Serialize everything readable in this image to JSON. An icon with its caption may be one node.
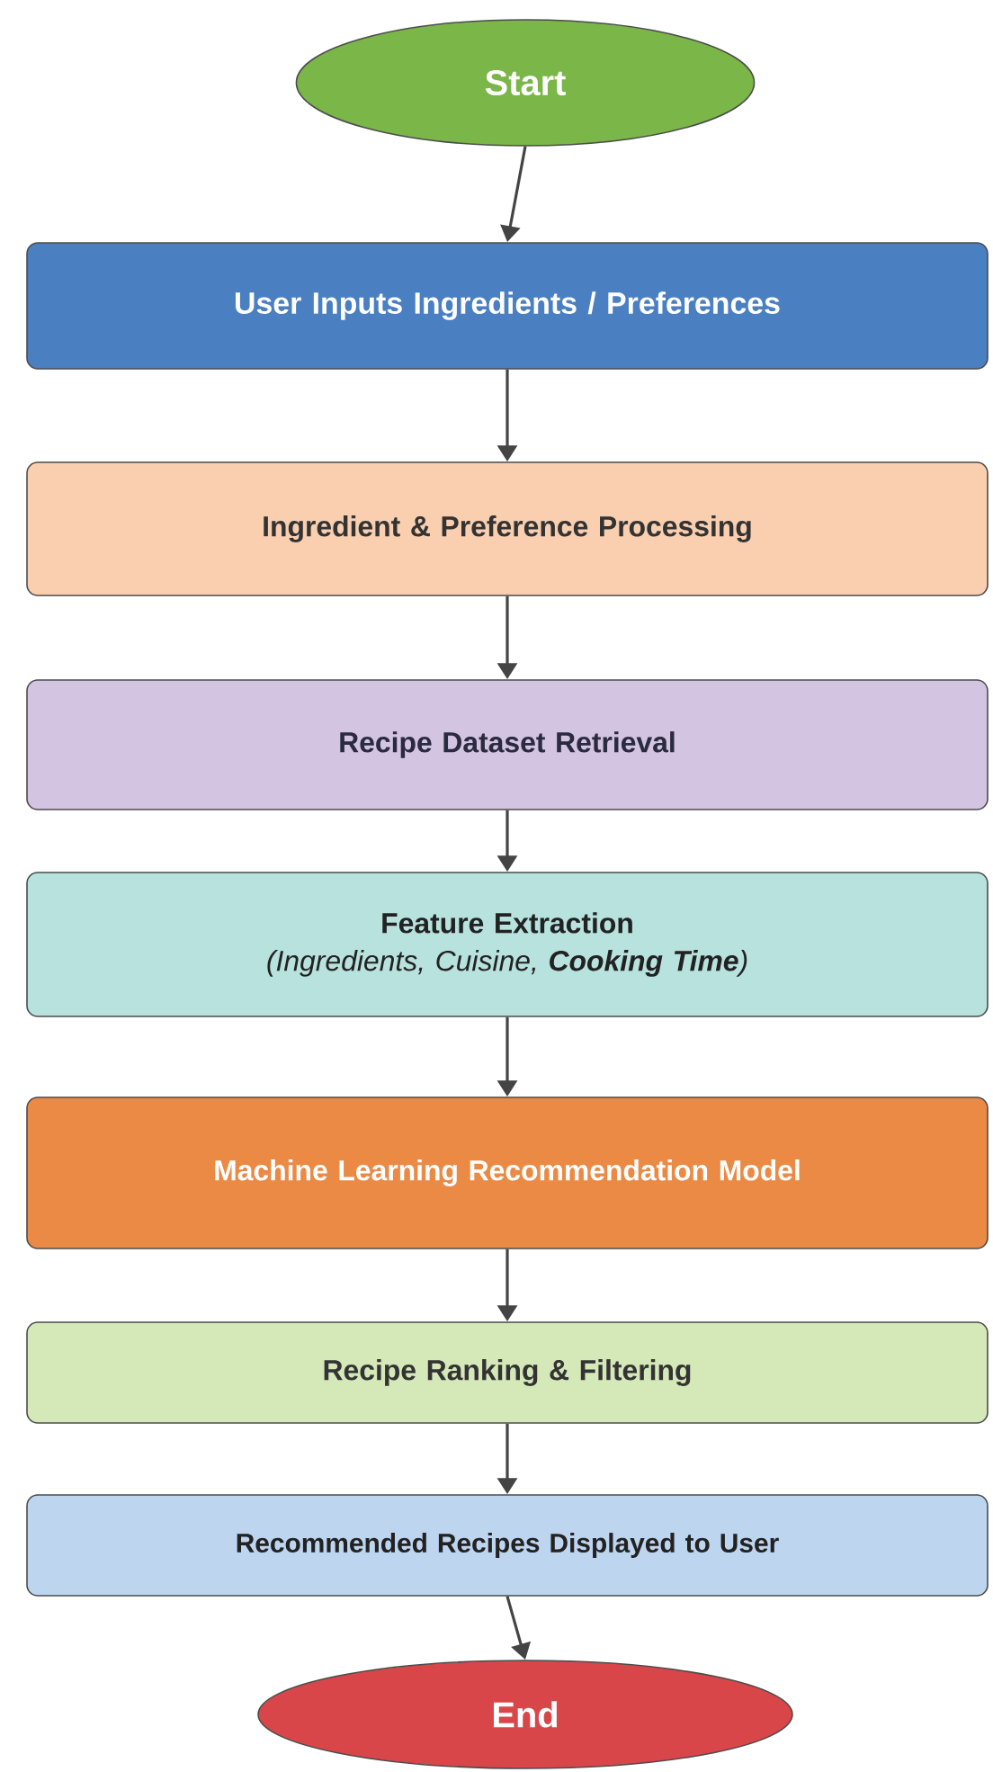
{
  "diagram": {
    "nodes": [
      {
        "text": [
          "Start"
        ]
      },
      {
        "text": [
          "User Inputs Ingredients / Preferences"
        ]
      },
      {
        "text": [
          "Ingredient & Preference Processing"
        ]
      },
      {
        "text": [
          "Recipe Dataset Retrieval"
        ]
      },
      {
        "text": [
          "Feature Extraction",
          "(Ingredients, Cuisine, **Cooking Time**)"
        ]
      },
      {
        "text": [
          "Machine Learning Recommendation Model"
        ]
      },
      {
        "text": [
          "Recipe Ranking & Filtering"
        ]
      },
      {
        "text": [
          "Recommended Recipes Displayed to User"
        ]
      },
      {
        "text": [
          "End"
        ]
      }
    ],
    "edges": [
      {
        "from": 0,
        "to": 1,
        "arrow": "to"
      },
      {
        "from": 1,
        "to": 2,
        "arrow": "to"
      },
      {
        "from": 2,
        "to": 3,
        "arrow": "to"
      },
      {
        "from": 3,
        "to": 4,
        "arrow": "to"
      },
      {
        "from": 4,
        "to": 5,
        "arrow": "to"
      },
      {
        "from": 5,
        "to": 6,
        "arrow": "to"
      },
      {
        "from": 6,
        "to": 7,
        "arrow": "to"
      },
      {
        "from": 7,
        "to": 8,
        "arrow": "to"
      }
    ]
  }
}
